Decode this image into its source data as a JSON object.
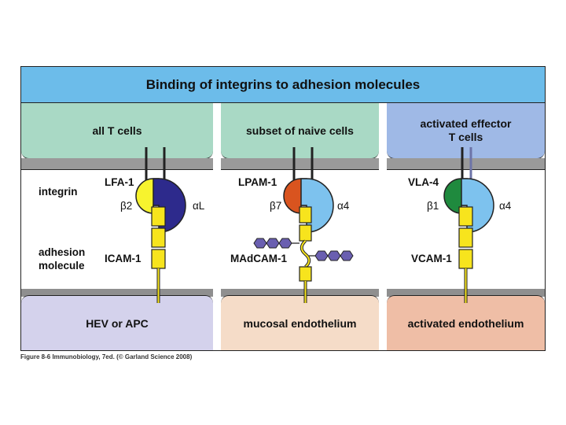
{
  "title": "Binding of integrins to adhesion molecules",
  "row_labels": {
    "integrin": "integrin",
    "adhesion_molecule": [
      "adhesion",
      "molecule"
    ]
  },
  "columns": [
    {
      "header": [
        "all T cells"
      ],
      "integrin": "LFA-1",
      "beta": "β2",
      "alpha": "αL",
      "adhesion": "ICAM-1",
      "bottom": "HEV or APC",
      "colors": {
        "top": "#a9d9c5",
        "bottom": "#d4d2ec",
        "beta": "#f7f32e",
        "alpha": "#2d2a8c"
      }
    },
    {
      "header": [
        "subset of naive cells"
      ],
      "integrin": "LPAM-1",
      "beta": "β7",
      "alpha": "α4",
      "adhesion": "MAdCAM-1",
      "bottom": "mucosal endothelium",
      "colors": {
        "top": "#a9d9c5",
        "bottom": "#f5dcc8",
        "beta": "#d9541f",
        "alpha": "#7dc2ee",
        "glycan": "#6a5fb0"
      }
    },
    {
      "header": [
        "activated effector",
        "T cells"
      ],
      "integrin": "VLA-4",
      "beta": "β1",
      "alpha": "α4",
      "adhesion": "VCAM-1",
      "bottom": "activated endothelium",
      "colors": {
        "top": "#9fb9e6",
        "bottom": "#efbea6",
        "beta": "#1f8a3e",
        "alpha": "#7dc2ee"
      }
    }
  ],
  "domain_color": "#f7e41d",
  "caption": "Figure 8-6 Immunobiology, 7ed. (© Garland Science 2008)"
}
